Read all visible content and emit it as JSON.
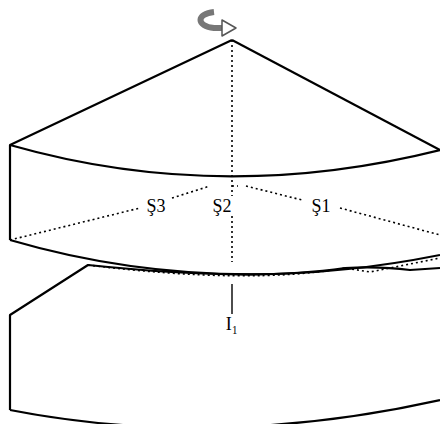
{
  "diagram": {
    "labels": [
      "Ş3",
      "Ş2",
      "Ş1",
      "I₁"
    ]
  }
}
